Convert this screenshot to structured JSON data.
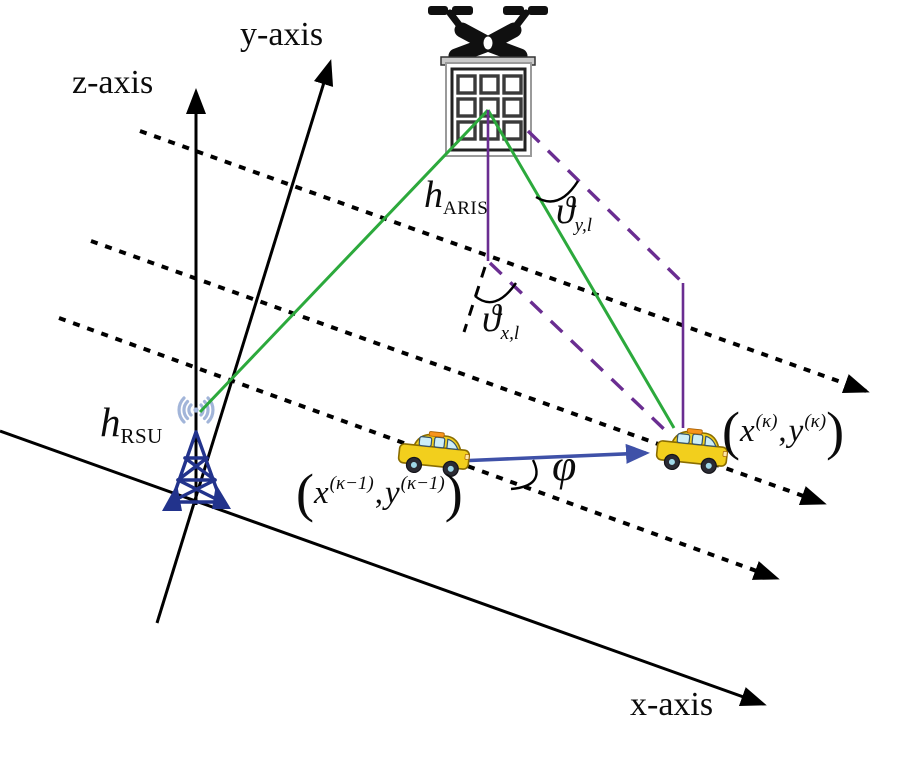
{
  "figure": {
    "description": "Geometry of an aerial RIS (drone-mounted reconfigurable intelligent surface) relaying between a roadside unit tower and moving vehicles on a multi-lane road, with coordinate axes and angle annotations"
  },
  "colors": {
    "green": "#2ca93c",
    "purple": "#6a2d91",
    "blue-arrow": "#3f51a8",
    "tower-navy": "#22338c",
    "wave-blue": "#a2b5d9",
    "car-yellow": "#f2cf1d",
    "car-window": "#cdeef7",
    "car-stripe": "#f7941d"
  },
  "axes": {
    "x": "x-axis",
    "y": "y-axis",
    "z": "z-axis"
  },
  "labels": {
    "h_rsu": {
      "base": "h",
      "sub": "RSU"
    },
    "h_aris": {
      "base": "h",
      "sub": "ARIS"
    },
    "theta_y": {
      "base": "ϑ",
      "sub": "y,l"
    },
    "theta_x": {
      "base": "ϑ",
      "sub": "x,l"
    },
    "phi": "φ",
    "coord_prev": {
      "open": "(",
      "x": "x",
      "x_sup": "(κ−1)",
      "comma": ",",
      "y": "y",
      "y_sup": "(κ−1)",
      "close": ")"
    },
    "coord_curr": {
      "open": "(",
      "x": "x",
      "x_sup": "(κ)",
      "comma": ",",
      "y": "y",
      "y_sup": "(κ)",
      "close": ")"
    }
  },
  "icons": {
    "drone": "drone-icon (black quadcopter silhouette)",
    "ris_panel": "ris-panel-icon (3x3 reflecting element grid)",
    "rsu_tower": "rsu-tower-icon (navy lattice mast with radio waves)",
    "car_prev": "car-icon (yellow taxi, previous position)",
    "car_curr": "car-icon (yellow taxi, current position)"
  }
}
